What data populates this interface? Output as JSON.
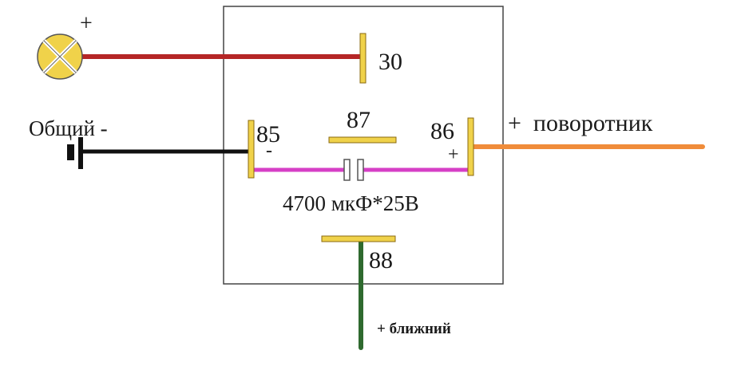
{
  "relay": {
    "pins": {
      "p30": "30",
      "p87": "87",
      "p85": "85",
      "p86": "86",
      "p88": "88"
    },
    "pin85_polarity": "-",
    "pin86_polarity": "+",
    "capacitor_label": "4700 мкФ*25В"
  },
  "lamp": {
    "polarity": "+"
  },
  "ground": {
    "label": "Общий -"
  },
  "turn_signal": {
    "label": "+  поворотник"
  },
  "low_beam": {
    "label": "+ ближний"
  },
  "colors": {
    "lamp_wire": "#b52626",
    "ground_wire": "#111111",
    "turn_wire": "#f08c3a",
    "low_beam_wire": "#2f6a2f",
    "coil_wire": "#d63fc6",
    "pin": "#f0d24a",
    "pin_border": "#8a6a10",
    "relay_border": "#444444"
  }
}
